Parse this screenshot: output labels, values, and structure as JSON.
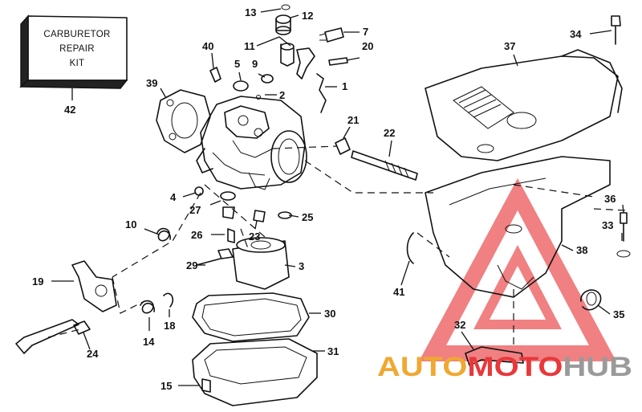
{
  "kit_box": {
    "lines": [
      "CARBURETOR",
      "REPAIR",
      "KIT"
    ],
    "part_number": "42"
  },
  "callouts": [
    "1",
    "2",
    "3",
    "4",
    "5",
    "7",
    "9",
    "10",
    "11",
    "12",
    "13",
    "14",
    "15",
    "18",
    "19",
    "20",
    "21",
    "22",
    "23",
    "24",
    "25",
    "26",
    "27",
    "29",
    "30",
    "31",
    "32",
    "33",
    "34",
    "35",
    "36",
    "37",
    "38",
    "39",
    "40",
    "41"
  ],
  "watermark": {
    "part1": "AUTO",
    "part2": "MOTO",
    "part3": "HUB",
    "color1": "#f0a830",
    "color2": "#e8383b",
    "color3": "#9a9a9a"
  }
}
